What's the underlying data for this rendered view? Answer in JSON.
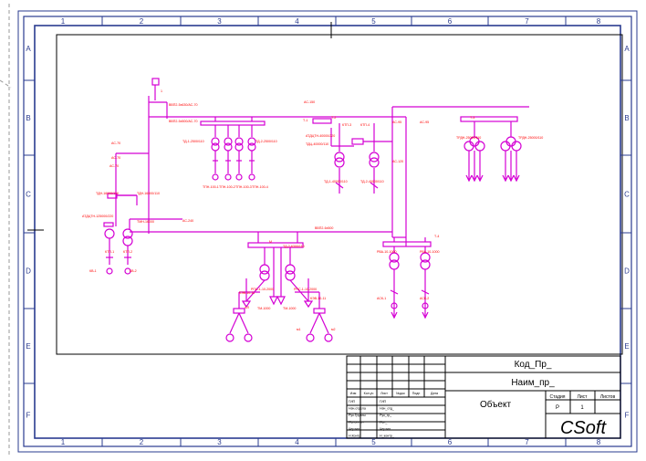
{
  "colors": {
    "frame": "#2a3b8f",
    "schematic": "#d400d4",
    "labels": "#ff0000",
    "black": "#000000",
    "selection": "#c8c8c8"
  },
  "zone_numbers": [
    "1",
    "2",
    "3",
    "4",
    "5",
    "6",
    "7",
    "8"
  ],
  "zone_letters": [
    "A",
    "B",
    "C",
    "D",
    "E",
    "F"
  ],
  "title_block": {
    "code": "Код_Пр_",
    "name": "Наим_пр_",
    "object": "Объект",
    "company": "CSoft",
    "col_headers": [
      "Изм",
      "Кол.уч",
      "Лист",
      "№док",
      "Подп",
      "Дата"
    ],
    "roles": [
      "ГИП",
      "Нач.отдела",
      "Рук.Группы",
      "Исполнил",
      "Чертил",
      "Н.Контр"
    ],
    "persons": [
      "ГИП",
      "Нач_отд_",
      "Рук_гр_",
      "Исп_",
      "Чертил",
      "Н_контр_"
    ],
    "stage_headers": [
      "Стадия",
      "Лист",
      "Листов"
    ],
    "stage_value": "Р",
    "sheet_value": "1"
  },
  "schematic_labels": [
    "1",
    "ВВП2-5х630/АС-70",
    "ВВП2-5х500/АС-70",
    "ТД-1-2500/110",
    "ТД-2-2500/110",
    "ТПН-100-1",
    "ТПН-100-2",
    "ТПН-100-3",
    "ТПН-100-4",
    "АТДЦТН-40000/220",
    "ТДЦ-40000/110",
    "ТД-1-40000/110",
    "ТД-2-40000/110",
    "ТРДН-25000/110",
    "ТРДН-25000/110",
    "ТДН-16000/110",
    "ТДН-16000/110",
    "АТДЦТН-125000/220",
    "ТМН-16000",
    "ТД-2-6300/110",
    "КТП-1",
    "КТП-2",
    "КТП-3",
    "КТП-4",
    "КВ-1",
    "КВ-2",
    "КЭВ-10-11",
    "КЭВ-10-11",
    "РПС-1-10-2000",
    "РПС-1-10-2000",
    "ТМ-1000",
    "ТМ-1000",
    "АСК-1",
    "АСК-2",
    "РВА-10-1000",
    "РВА-10-1000",
    "АС-70",
    "АС-70",
    "АС-70",
    "АС-95",
    "АС-95",
    "АС-120",
    "АС-150",
    "АС-240",
    "ВВП2-6х500",
    "Т-1",
    "Т-2",
    "Т-3",
    "Т-4",
    "АЛ",
    "М",
    "м1",
    "м2"
  ]
}
